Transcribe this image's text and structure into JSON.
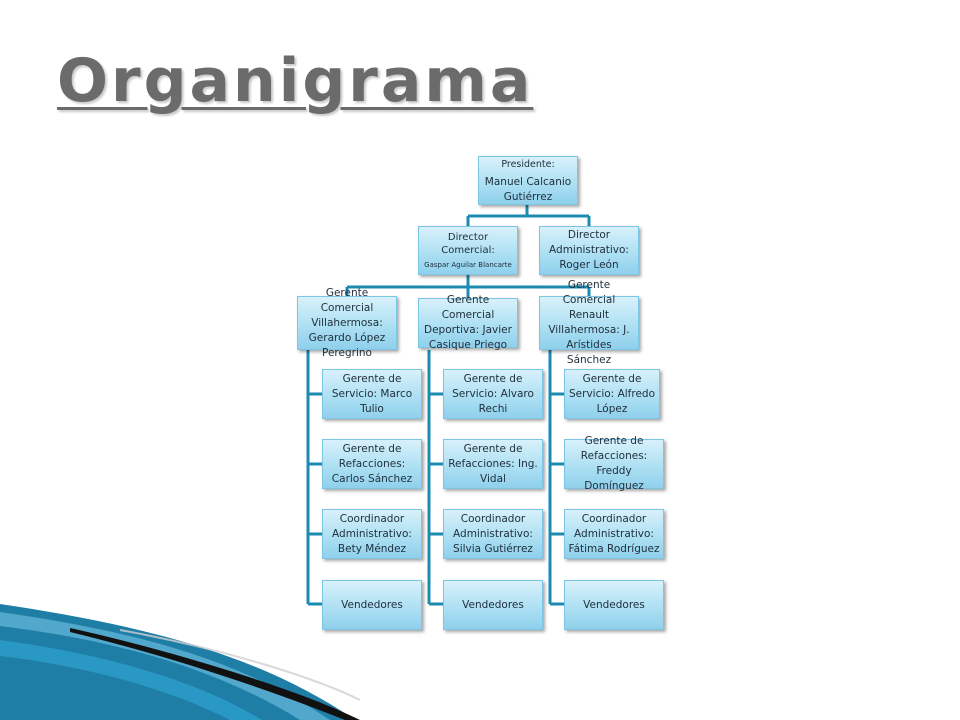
{
  "title": "Organigrama",
  "colors": {
    "connector": "#1c8bb0",
    "box_fill": "#aee0f3",
    "box_border": "#7cc5e4",
    "title": "#6b6b6b"
  },
  "org": {
    "president": {
      "line1": "Presidente:",
      "line2": "Manuel Calcanio Gutiérrez"
    },
    "director_comercial": {
      "line1": "Director Comercial:",
      "line2": "Gaspar Aguilar Blancarte"
    },
    "director_administrativo": {
      "label": "Director Administrativo: Roger León"
    },
    "columns": [
      {
        "head": "Gerente Comercial Villahermosa: Gerardo López Peregrino",
        "items": [
          "Gerente de Servicio: Marco Tulio",
          "Gerente de Refacciones: Carlos Sánchez",
          "Coordinador Administrativo: Bety Méndez",
          "Vendedores"
        ]
      },
      {
        "head": "Gerente Comercial Deportiva: Javier Casique Priego",
        "items": [
          "Gerente de Servicio: Alvaro Rechi",
          "Gerente de Refacciones: Ing. Vidal",
          "Coordinador Administrativo: Silvia Gutiérrez",
          "Vendedores"
        ]
      },
      {
        "head": "Gerente Comercial Renault Villahermosa: J. Arístides Sánchez",
        "items": [
          "Gerente de Servicio: Alfredo López",
          "Gerente de Refacciones: Freddy Domínguez",
          "Coordinador Administrativo: Fátima Rodríguez",
          "Vendedores"
        ]
      }
    ]
  }
}
